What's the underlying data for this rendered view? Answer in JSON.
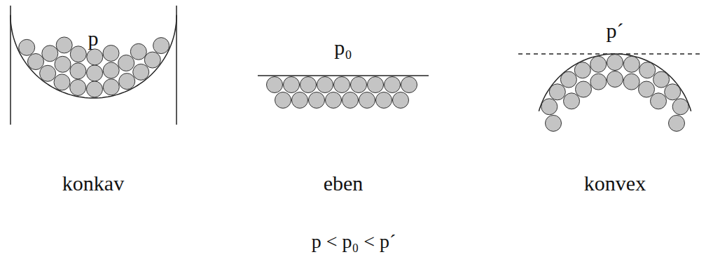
{
  "diagram": {
    "labels": [
      "p",
      "p₀",
      "p´",
      "konkav",
      "eben",
      "konvex",
      "p < p₀ < p´"
    ]
  }
}
